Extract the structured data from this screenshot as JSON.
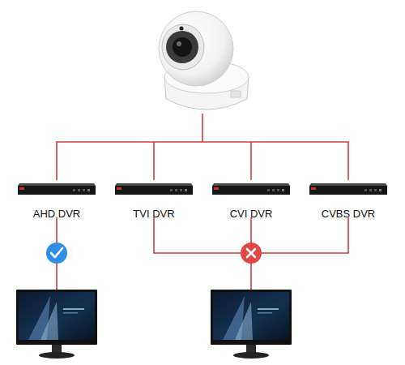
{
  "diagram": {
    "nodes": [
      {
        "text": [
          "AHD DVR"
        ]
      },
      {
        "text": [
          "TVI DVR"
        ]
      },
      {
        "text": [
          "CVI DVR"
        ]
      },
      {
        "text": [
          "CVBS DVR"
        ]
      }
    ]
  }
}
